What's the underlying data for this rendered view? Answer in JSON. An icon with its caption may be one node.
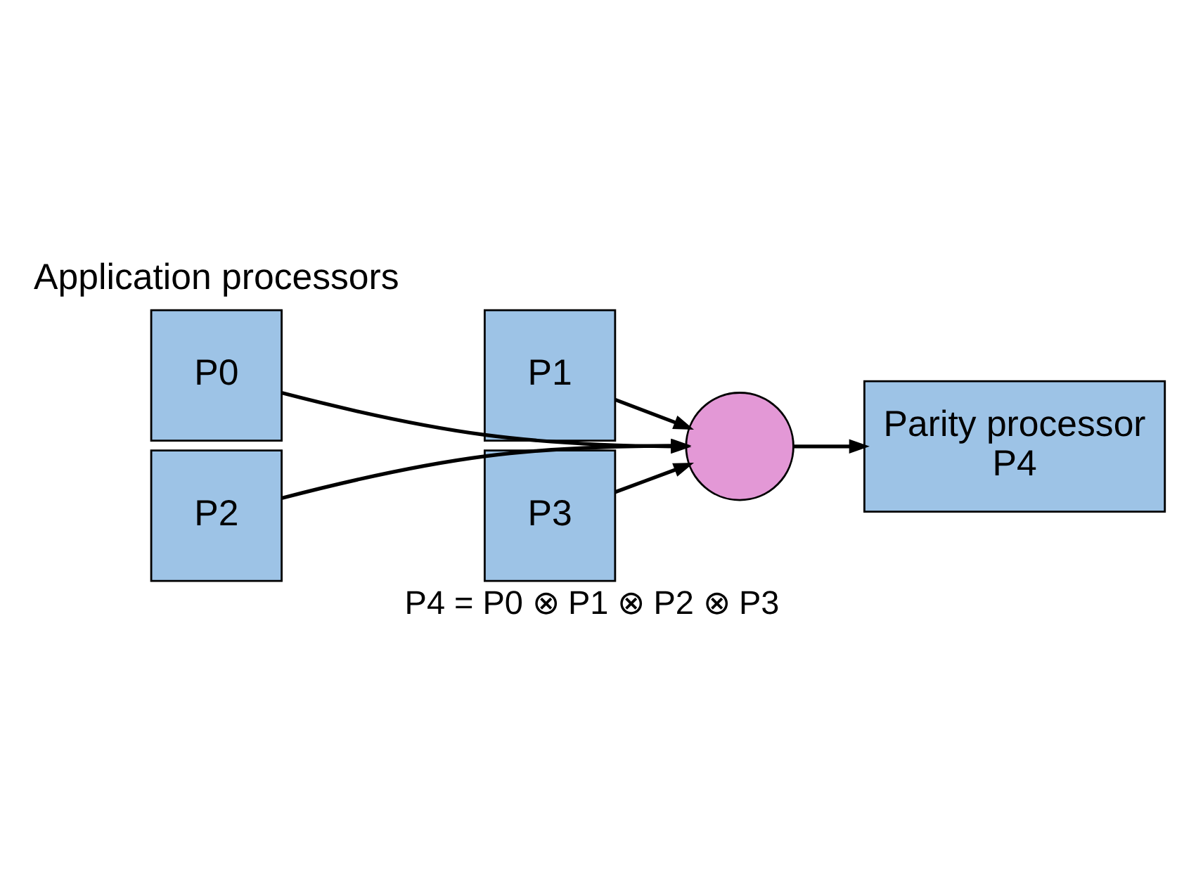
{
  "diagram": {
    "caption": "P4 = P0 ⊗ P1 ⊗ P2 ⊗ P3",
    "nodes": [
      {
        "text": [
          "P0"
        ]
      },
      {
        "text": [
          "P1"
        ]
      },
      {
        "text": [
          "P2"
        ]
      },
      {
        "text": [
          "P3"
        ]
      },
      {
        "text": [],
        "shape": "circle"
      },
      {
        "text": [
          "Parity processor",
          "P4"
        ]
      }
    ],
    "edges": [
      {
        "from": 0,
        "to": 4,
        "arrow": "to"
      },
      {
        "from": 1,
        "to": 4,
        "arrow": "to"
      },
      {
        "from": 3,
        "to": 4,
        "arrow": "to"
      },
      {
        "from": 2,
        "to": 4,
        "arrow": "to"
      },
      {
        "from": 4,
        "to": 5,
        "arrow": "to"
      }
    ],
    "labels": [
      "Application processors"
    ]
  }
}
